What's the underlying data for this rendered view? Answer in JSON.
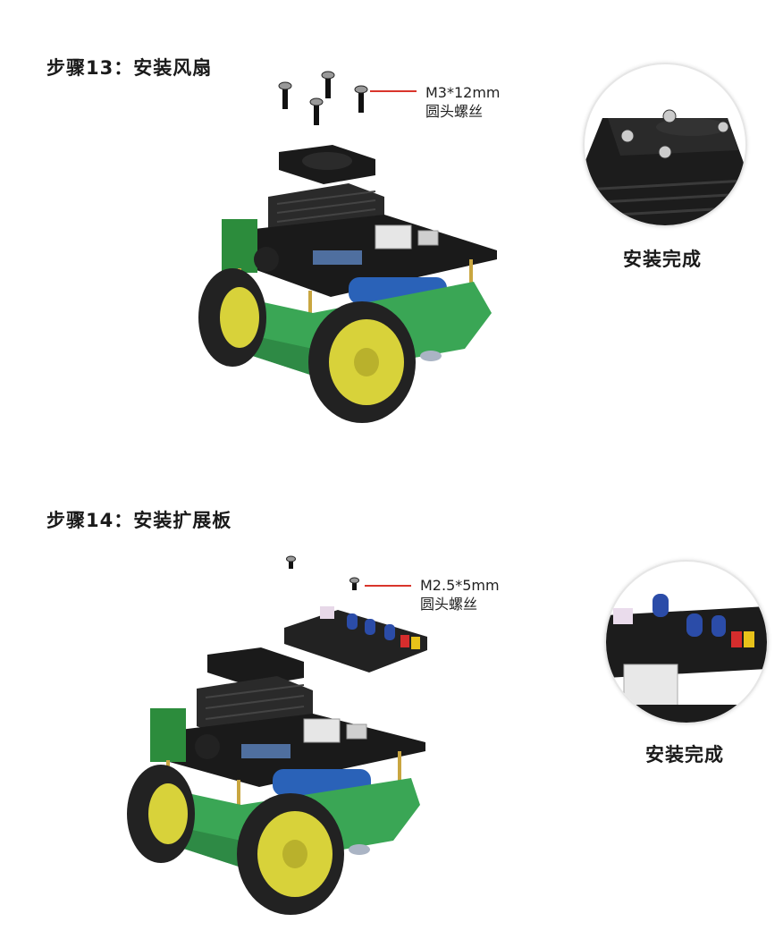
{
  "step13": {
    "title": "步骤13：安装风扇",
    "screw_spec": "M3*12mm",
    "screw_type": "圆头螺丝",
    "done_label": "安装完成"
  },
  "step14": {
    "title": "步骤14：安装扩展板",
    "screw_spec": "M2.5*5mm",
    "screw_type": "圆头螺丝",
    "done_label": "安装完成"
  },
  "colors": {
    "leader": "#d9352b",
    "chassis_green": "#3aa655",
    "wheel_yellow": "#d8d23a",
    "board_black": "#1a1a1a"
  }
}
